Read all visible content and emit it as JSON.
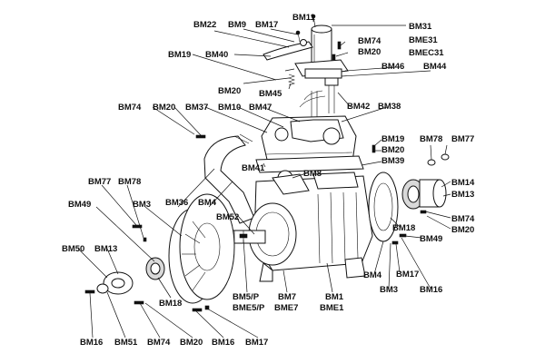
{
  "labels": {
    "bm11": "BM11",
    "bm22": "BM22",
    "bm9": "BM9",
    "bm17_top": "BM17",
    "bm31": "BM31",
    "bm74_top": "BM74",
    "bme31": "BME31",
    "bm20_top": "BM20",
    "bmec31": "BMEC31",
    "bm19_top": "BM19",
    "bm40": "BM40",
    "bm46": "BM46",
    "bm44": "BM44",
    "bm20_mid": "BM20",
    "bm45": "BM45",
    "bm74_left": "BM74",
    "bm20_left": "BM20",
    "bm37": "BM37",
    "bm10": "BM10",
    "bm47": "BM47",
    "bm42": "BM42",
    "bm38": "BM38",
    "bm19_right": "BM19",
    "bm20_right": "BM20",
    "bm39": "BM39",
    "bm78_right": "BM78",
    "bm77_right": "BM77",
    "bm41": "BM41",
    "bm8": "BM8",
    "bm77_left": "BM77",
    "bm78_left": "BM78",
    "bm49_left": "BM49",
    "bm3_left": "BM3",
    "bm36": "BM36",
    "bm4_left": "BM4",
    "bm52": "BM52",
    "bm14": "BM14",
    "bm13_right": "BM13",
    "bm74_right": "BM74",
    "bm20_right2": "BM20",
    "bm18_right": "BM18",
    "bm49_right": "BM49",
    "bm50": "BM50",
    "bm13_left": "BM13",
    "bm4_right": "BM4",
    "bm17_right": "BM17",
    "bm3_right": "BM3",
    "bm16_right": "BM16",
    "bm18_left": "BM18",
    "bm5p": "BM5/P",
    "bme5p": "BME5/P",
    "bm7": "BM7",
    "bme7": "BME7",
    "bm1": "BM1",
    "bme1": "BME1",
    "bm16_bottom": "BM16",
    "bm51": "BM51",
    "bm74_bottom": "BM74",
    "bm20_bottom": "BM20",
    "bm16_bottom2": "BM16",
    "bm17_bottom": "BM17"
  }
}
